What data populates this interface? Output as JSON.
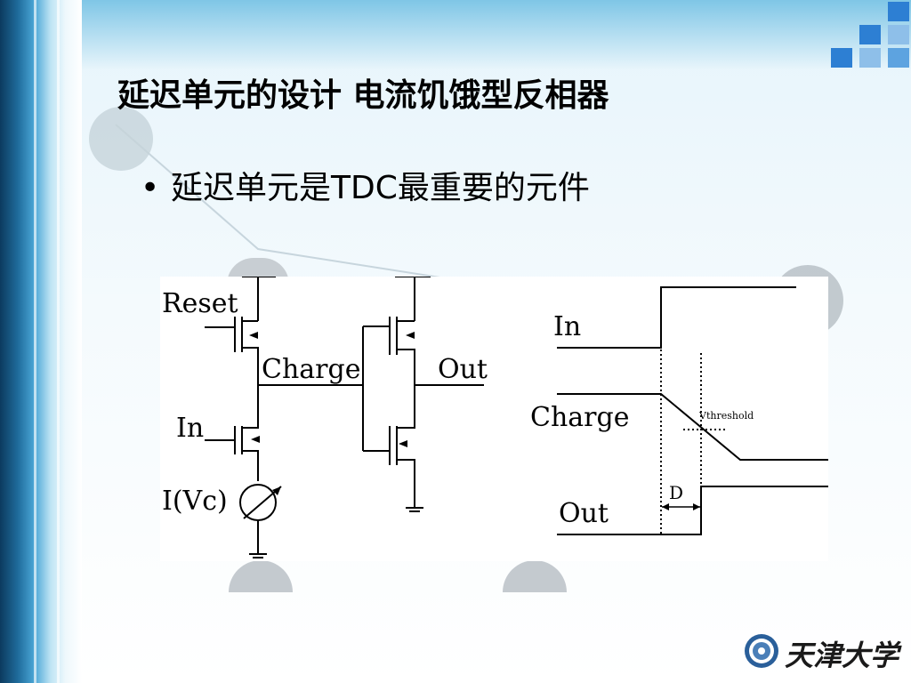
{
  "slide": {
    "title": "延迟单元的设计 电流饥饿型反相器",
    "bullet": "延迟单元是TDC最重要的元件",
    "bullet_marker": "•"
  },
  "figure": {
    "schematic_labels": {
      "reset": "Reset",
      "charge": "Charge",
      "out": "Out",
      "in": "In",
      "current_source": "I(Vc)"
    },
    "waveform_labels": {
      "in": "In",
      "charge": "Charge",
      "out": "Out",
      "threshold": "Vthreshold",
      "delay": "D"
    }
  },
  "footer": {
    "university": "天津大学"
  },
  "colors": {
    "accent_dark": "#0c3a5e",
    "accent_light": "#7fc6e6",
    "square_blue": "#2d7fd3",
    "square_light": "#8ebfe9",
    "deco_gray": "#9aa2aa"
  }
}
